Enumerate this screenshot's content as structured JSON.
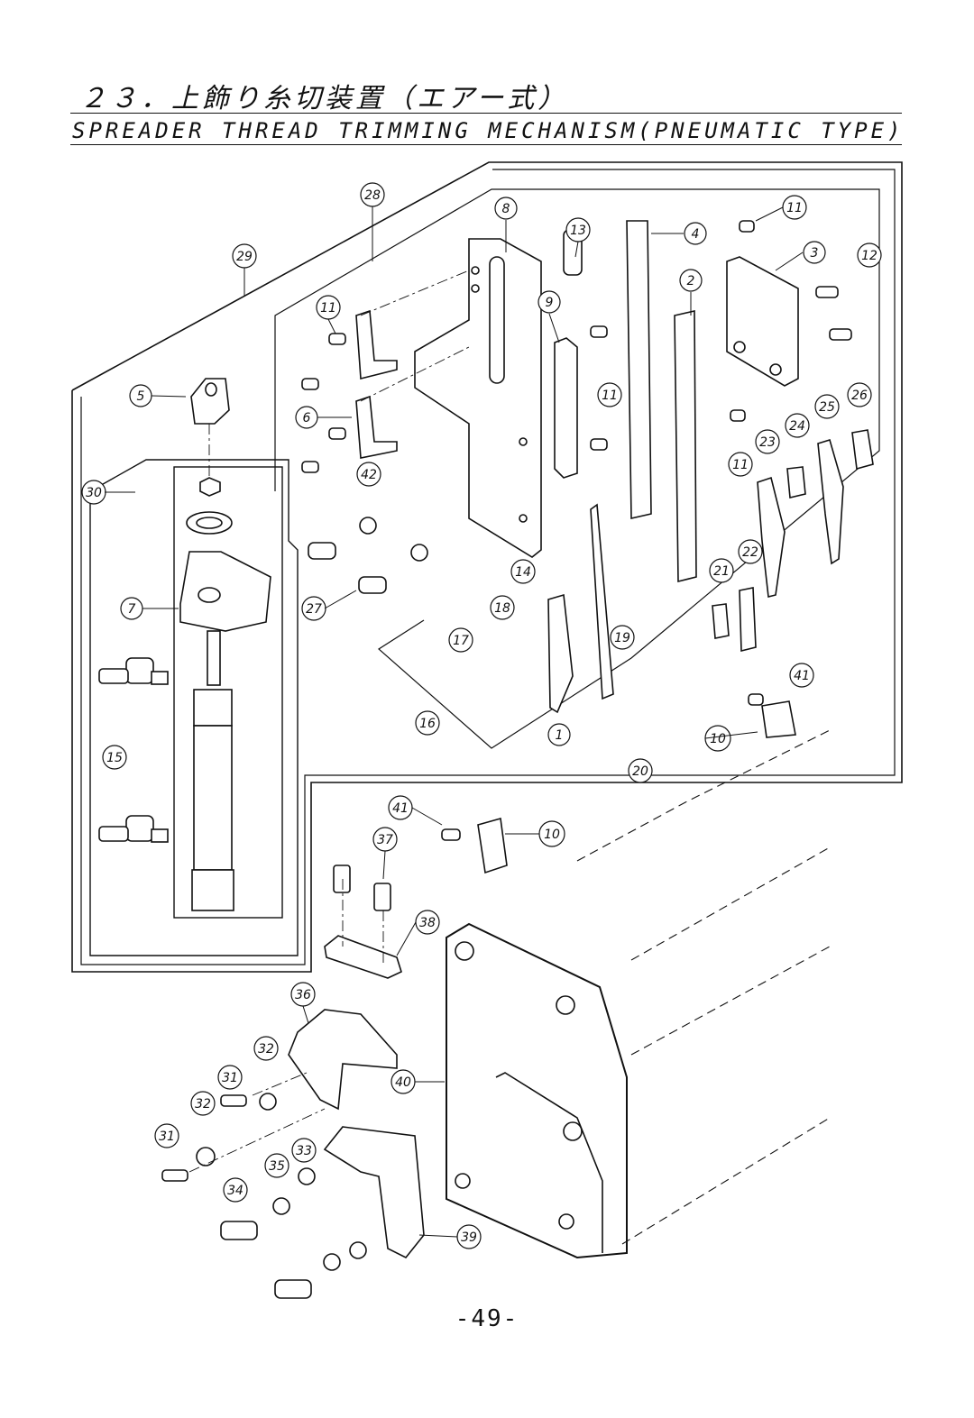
{
  "header": {
    "title_jp": "２３．上飾り糸切装置（エアー式）",
    "title_en": "SPREADER THREAD TRIMMING MECHANISM(PNEUMATIC TYPE)"
  },
  "footer": {
    "page_number": "-49-"
  },
  "callouts": {
    "c1": "1",
    "c2": "2",
    "c3": "3",
    "c4": "4",
    "c5": "5",
    "c6": "6",
    "c7": "7",
    "c8": "8",
    "c9": "9",
    "c10a": "10",
    "c10b": "10",
    "c11a": "11",
    "c11b": "11",
    "c11c": "11",
    "c11d": "11",
    "c12": "12",
    "c13": "13",
    "c14": "14",
    "c15": "15",
    "c16": "16",
    "c17": "17",
    "c18": "18",
    "c19": "19",
    "c20": "20",
    "c21": "21",
    "c22": "22",
    "c23": "23",
    "c24": "24",
    "c25": "25",
    "c26": "26",
    "c27": "27",
    "c28": "28",
    "c29": "29",
    "c30": "30",
    "c31a": "31",
    "c31b": "31",
    "c32a": "32",
    "c32b": "32",
    "c33": "33",
    "c34": "34",
    "c35": "35",
    "c36": "36",
    "c37": "37",
    "c38": "38",
    "c39": "39",
    "c40": "40",
    "c41a": "41",
    "c41b": "41",
    "c42": "42"
  }
}
